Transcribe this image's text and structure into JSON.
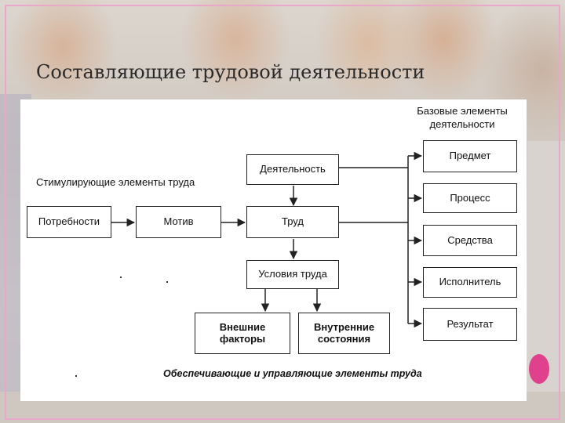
{
  "slide": {
    "title": "Составляющие трудовой деятельности"
  },
  "diagram": {
    "base_label": "Базовые элементы деятельности",
    "stimulating_label": "Стимулирующие элементы труда",
    "supporting_label": "Обеспечивающие и управляющие элементы труда",
    "boxes": {
      "needs": "Потребности",
      "motive": "Мотив",
      "labor": "Труд",
      "activity": "Деятельность",
      "conditions": "Условия труда",
      "external": "Внешние факторы",
      "internal": "Внутренние состояния",
      "subject": "Предмет",
      "process": "Процесс",
      "means": "Средства",
      "executor": "Исполнитель",
      "result": "Результат"
    }
  },
  "colors": {
    "accent_frame": "#e9a7c9",
    "accent_dot": "#e0418c",
    "line": "#222222"
  }
}
